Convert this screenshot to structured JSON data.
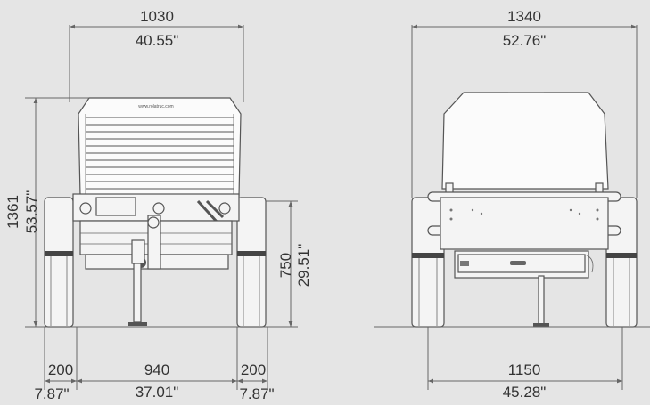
{
  "front_view": {
    "overall_width_mm": "1030",
    "overall_width_in": "40.55\"",
    "height_mm": "1361",
    "height_in": "53.57\"",
    "hitch_height_mm": "750",
    "hitch_height_in": "29.51\"",
    "wheel_left_mm": "200",
    "wheel_left_in": "7.87\"",
    "track_mm": "940",
    "track_in": "37.01\"",
    "wheel_right_mm": "200",
    "wheel_right_in": "7.87\"",
    "logo_text": "www.rolatruc.com"
  },
  "rear_view": {
    "overall_width_mm": "1340",
    "overall_width_in": "52.76\"",
    "bottom_width_mm": "1150",
    "bottom_width_in": "45.28\""
  }
}
